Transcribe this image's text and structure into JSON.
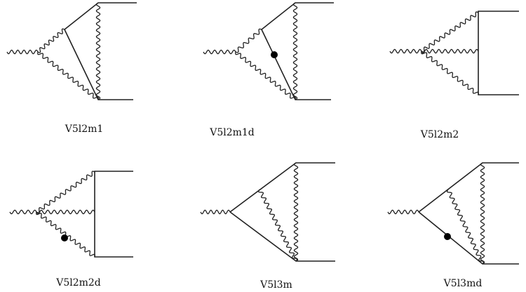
{
  "diagrams": [
    {
      "label": "V5l2m1",
      "has_dot": false
    },
    {
      "label": "V5l2m1d",
      "has_dot": true
    },
    {
      "label": "V5l2m2",
      "has_dot": false
    },
    {
      "label": "V5l2m2d",
      "has_dot": true
    },
    {
      "label": "V5l3m",
      "has_dot": false
    },
    {
      "label": "V5l3md",
      "has_dot": true
    }
  ]
}
